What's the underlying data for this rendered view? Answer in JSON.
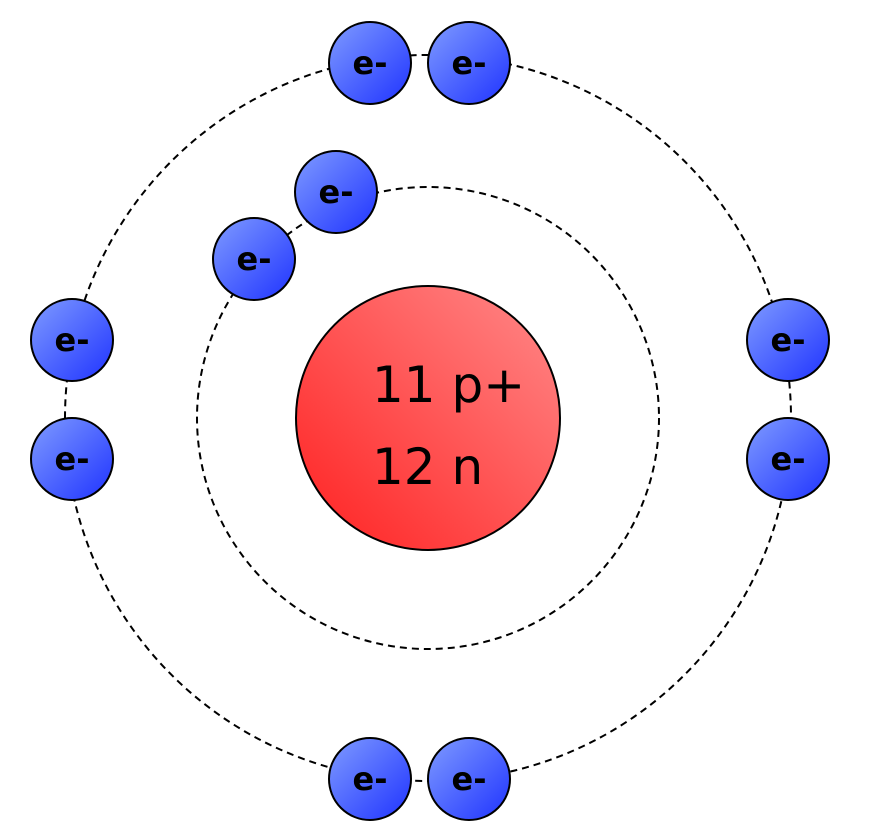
{
  "nucleus": {
    "protons_label": "11 p+",
    "neutrons_label": "12 n"
  },
  "electron_label": "e-",
  "shells": [
    {
      "electron_count": 2
    },
    {
      "electron_count": 8
    }
  ],
  "colors": {
    "nucleus_light": "#ff8a8a",
    "nucleus_dark": "#ff2020",
    "electron_light": "#7f9bff",
    "electron_dark": "#1f33ff",
    "orbit": "#000000",
    "background": "#ffffff"
  }
}
